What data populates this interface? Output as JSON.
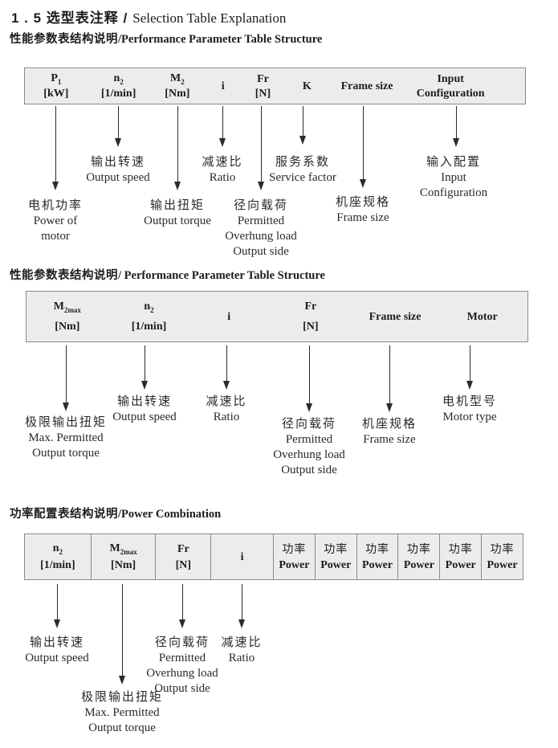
{
  "page": {
    "title": {
      "zh": "1 . 5 选型表注释 /",
      "en": "Selection Table Explanation"
    }
  },
  "sections": [
    {
      "heading": {
        "zh": "性能参数表结构说明",
        "en": "/Performance Parameter Table Structure"
      },
      "columns": [
        {
          "l1": "P",
          "sub": "1",
          "l2": "[kW]"
        },
        {
          "l1": "n",
          "sub": "2",
          "l2": "[1/min]"
        },
        {
          "l1": "M",
          "sub": "2",
          "l2": "[Nm]"
        },
        {
          "l1": "i"
        },
        {
          "l1": "Fr",
          "l2": "[N]"
        },
        {
          "l1": "K"
        },
        {
          "l1": "Frame size"
        },
        {
          "l1": "Input",
          "l2": "Configuration"
        }
      ],
      "callouts": [
        {
          "lines": [
            "电机功率",
            "Power of",
            "motor"
          ]
        },
        {
          "lines": [
            "输出转速",
            "Output speed"
          ]
        },
        {
          "lines": [
            "输出扭矩",
            "Output torque"
          ]
        },
        {
          "lines": [
            "减速比",
            "Ratio"
          ]
        },
        {
          "lines": [
            "径向载荷",
            "Permitted",
            "Overhung load",
            "Output side"
          ]
        },
        {
          "lines": [
            "服务系数",
            "Service factor"
          ]
        },
        {
          "lines": [
            "机座规格",
            "Frame size"
          ]
        },
        {
          "lines": [
            "输入配置",
            "Input",
            "Configuration"
          ]
        }
      ]
    },
    {
      "heading": {
        "zh": "性能参数表结构说明",
        "en": "/ Performance Parameter Table Structure"
      },
      "columns": [
        {
          "l1": "M",
          "sub": "2max",
          "l2": "[Nm]"
        },
        {
          "l1": "n",
          "sub": "2",
          "l2": "[1/min]"
        },
        {
          "l1": "i"
        },
        {
          "l1": "Fr",
          "l2": "[N]"
        },
        {
          "l1": "Frame size"
        },
        {
          "l1": "Motor"
        }
      ],
      "callouts": [
        {
          "lines": [
            "极限输出扭矩",
            "Max. Permitted",
            "Output torque"
          ]
        },
        {
          "lines": [
            "输出转速",
            "Output speed"
          ]
        },
        {
          "lines": [
            "减速比",
            "Ratio"
          ]
        },
        {
          "lines": [
            "径向载荷",
            "Permitted",
            "Overhung load",
            "Output side"
          ]
        },
        {
          "lines": [
            "机座规格",
            "Frame size"
          ]
        },
        {
          "lines": [
            "电机型号",
            "Motor type"
          ]
        }
      ]
    },
    {
      "heading": {
        "zh": "功率配置表结构说明",
        "en": "/Power Combination"
      },
      "columns": [
        {
          "l1": "n",
          "sub": "2",
          "l2": "[1/min]"
        },
        {
          "l1": "M",
          "sub": "2max",
          "l2": "[Nm]"
        },
        {
          "l1": "Fr",
          "l2": "[N]"
        },
        {
          "l1": "i"
        },
        {
          "l1": "功率",
          "l2": "Power"
        },
        {
          "l1": "功率",
          "l2": "Power"
        },
        {
          "l1": "功率",
          "l2": "Power"
        },
        {
          "l1": "功率",
          "l2": "Power"
        },
        {
          "l1": "功率",
          "l2": "Power"
        },
        {
          "l1": "功率",
          "l2": "Power"
        }
      ],
      "callouts": [
        {
          "lines": [
            "输出转速",
            "Output speed"
          ]
        },
        {
          "lines": [
            "极限输出扭矩",
            "Max. Permitted",
            "Output torque"
          ]
        },
        {
          "lines": [
            "径向载荷",
            "Permitted",
            "Overhung load",
            "Output side"
          ]
        },
        {
          "lines": [
            "减速比",
            "Ratio"
          ]
        }
      ]
    }
  ]
}
